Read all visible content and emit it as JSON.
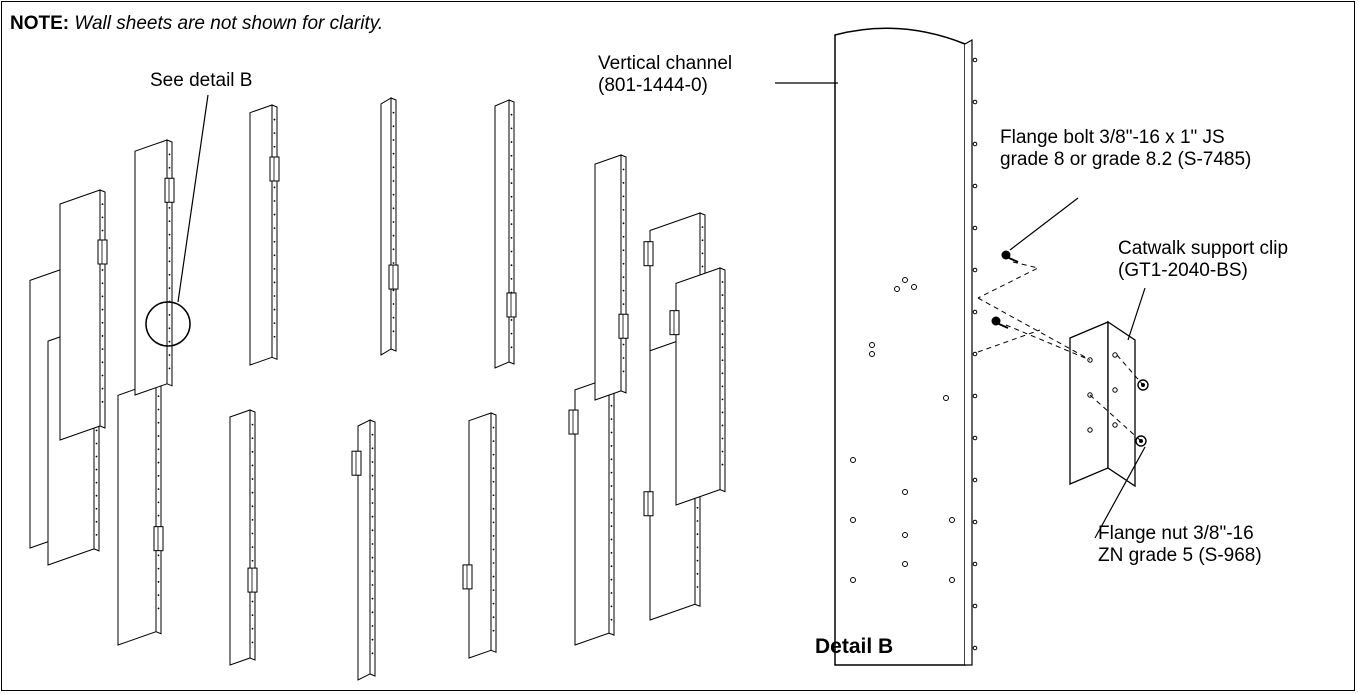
{
  "note": {
    "prefix": "NOTE:",
    "text": "Wall sheets are not shown for clarity."
  },
  "callouts": {
    "see_detail": "See detail B",
    "vertical_channel": [
      "Vertical channel",
      "(801-1444-0)"
    ],
    "flange_bolt": [
      "Flange bolt 3/8\"-16 x 1\" JS",
      "grade 8 or grade 8.2 (S-7485)"
    ],
    "catwalk_clip": [
      "Catwalk support clip",
      "(GT1-2040-BS)"
    ],
    "flange_nut": [
      "Flange nut 3/8\"-16",
      "ZN grade 5 (S-968)"
    ]
  },
  "detail_title": "Detail B",
  "colors": {
    "line": "#000000",
    "panel_fill": "#ffffff",
    "background": "#ffffff"
  }
}
